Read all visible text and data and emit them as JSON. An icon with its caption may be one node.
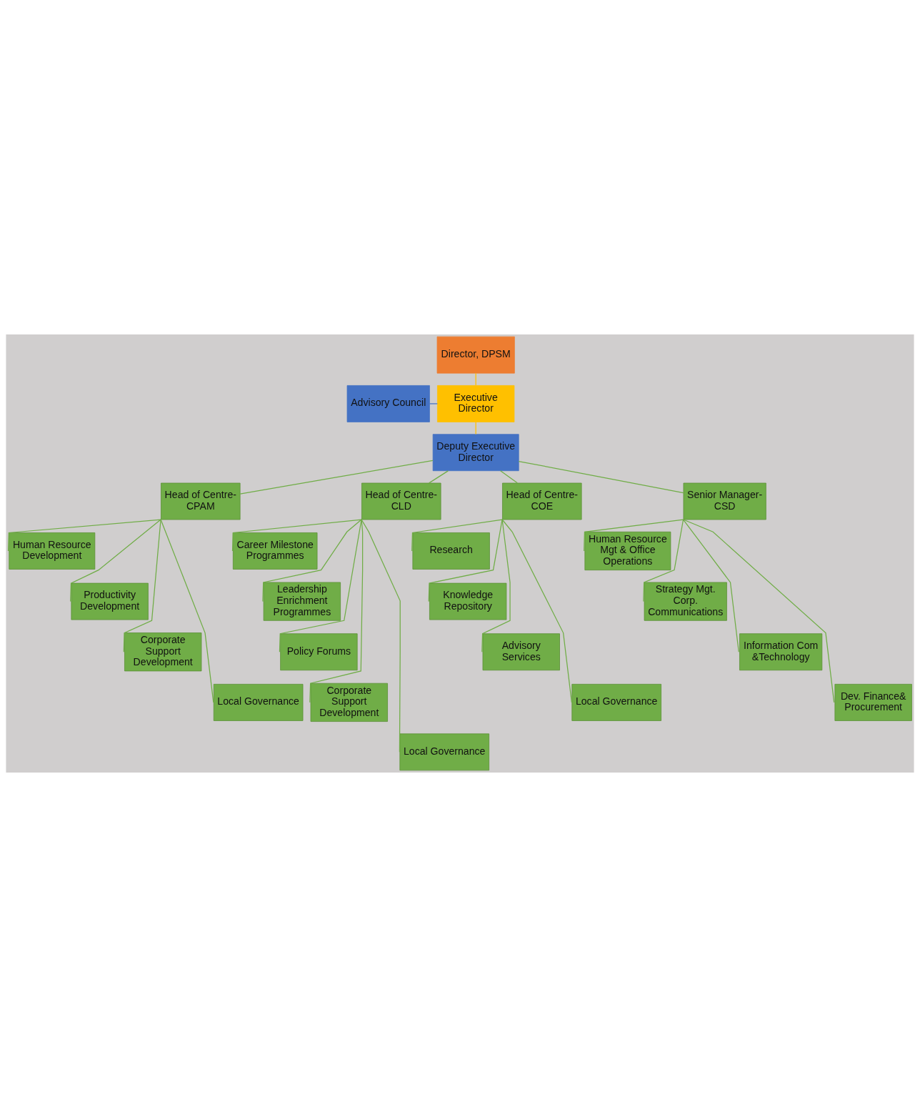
{
  "diagram": {
    "nodes": [
      {
        "text": [
          "Director, DPSM"
        ]
      },
      {
        "text": [
          "Advisory Council"
        ]
      },
      {
        "text": [
          "Executive Director"
        ]
      },
      {
        "text": [
          "Deputy Executive Director"
        ]
      },
      {
        "text": [
          "Head of Centre- CPAM"
        ]
      },
      {
        "text": [
          "Head of Centre- CLD"
        ]
      },
      {
        "text": [
          "Head of Centre- COE"
        ]
      },
      {
        "text": [
          "Senior Manager- CSD"
        ]
      },
      {
        "text": [
          "Human Resource Development"
        ]
      },
      {
        "text": [
          "Career Milestone Programmes"
        ]
      },
      {
        "text": [
          "Research"
        ]
      },
      {
        "text": [
          "Human Resource Mgt & Office Operations"
        ]
      },
      {
        "text": [
          "Productivity Development"
        ]
      },
      {
        "text": [
          "Leadership Enrichment Programmes"
        ]
      },
      {
        "text": [
          "Knowledge Repository"
        ]
      },
      {
        "text": [
          "Strategy Mgt. Corp. Communications"
        ]
      },
      {
        "text": [
          "Corporate Support Development"
        ]
      },
      {
        "text": [
          "Policy Forums"
        ]
      },
      {
        "text": [
          "Advisory Services"
        ]
      },
      {
        "text": [
          "Information Com &Technology"
        ]
      },
      {
        "text": [
          "Local Governance"
        ]
      },
      {
        "text": [
          "Corporate Support Development"
        ]
      },
      {
        "text": [
          "Local Governance"
        ]
      },
      {
        "text": [
          "Dev. Finance& Procurement"
        ]
      },
      {
        "text": [
          "Local Governance"
        ]
      }
    ],
    "edges": [
      {
        "from": 0,
        "to": 2,
        "arrow": "none",
        "color": "#ffc000"
      },
      {
        "from": 1,
        "to": 2,
        "arrow": "none",
        "color": "#4472c4"
      },
      {
        "from": 2,
        "to": 3,
        "arrow": "none",
        "color": "#ffc000"
      },
      {
        "from": 3,
        "to": 4,
        "arrow": "none"
      },
      {
        "from": 3,
        "to": 5,
        "arrow": "none"
      },
      {
        "from": 3,
        "to": 6,
        "arrow": "none"
      },
      {
        "from": 3,
        "to": 7,
        "arrow": "none"
      },
      {
        "from": 4,
        "to": 8,
        "arrow": "none"
      },
      {
        "from": 4,
        "to": 12,
        "arrow": "none"
      },
      {
        "from": 4,
        "to": 16,
        "arrow": "none"
      },
      {
        "from": 4,
        "to": 20,
        "arrow": "none"
      },
      {
        "from": 5,
        "to": 9,
        "arrow": "none"
      },
      {
        "from": 5,
        "to": 13,
        "arrow": "none"
      },
      {
        "from": 5,
        "to": 17,
        "arrow": "none"
      },
      {
        "from": 5,
        "to": 21,
        "arrow": "none"
      },
      {
        "from": 5,
        "to": 24,
        "arrow": "none"
      },
      {
        "from": 6,
        "to": 10,
        "arrow": "none"
      },
      {
        "from": 6,
        "to": 14,
        "arrow": "none"
      },
      {
        "from": 6,
        "to": 18,
        "arrow": "none"
      },
      {
        "from": 6,
        "to": 22,
        "arrow": "none"
      },
      {
        "from": 7,
        "to": 11,
        "arrow": "none"
      },
      {
        "from": 7,
        "to": 15,
        "arrow": "none"
      },
      {
        "from": 7,
        "to": 19,
        "arrow": "none"
      },
      {
        "from": 7,
        "to": 23,
        "arrow": "none"
      }
    ]
  }
}
